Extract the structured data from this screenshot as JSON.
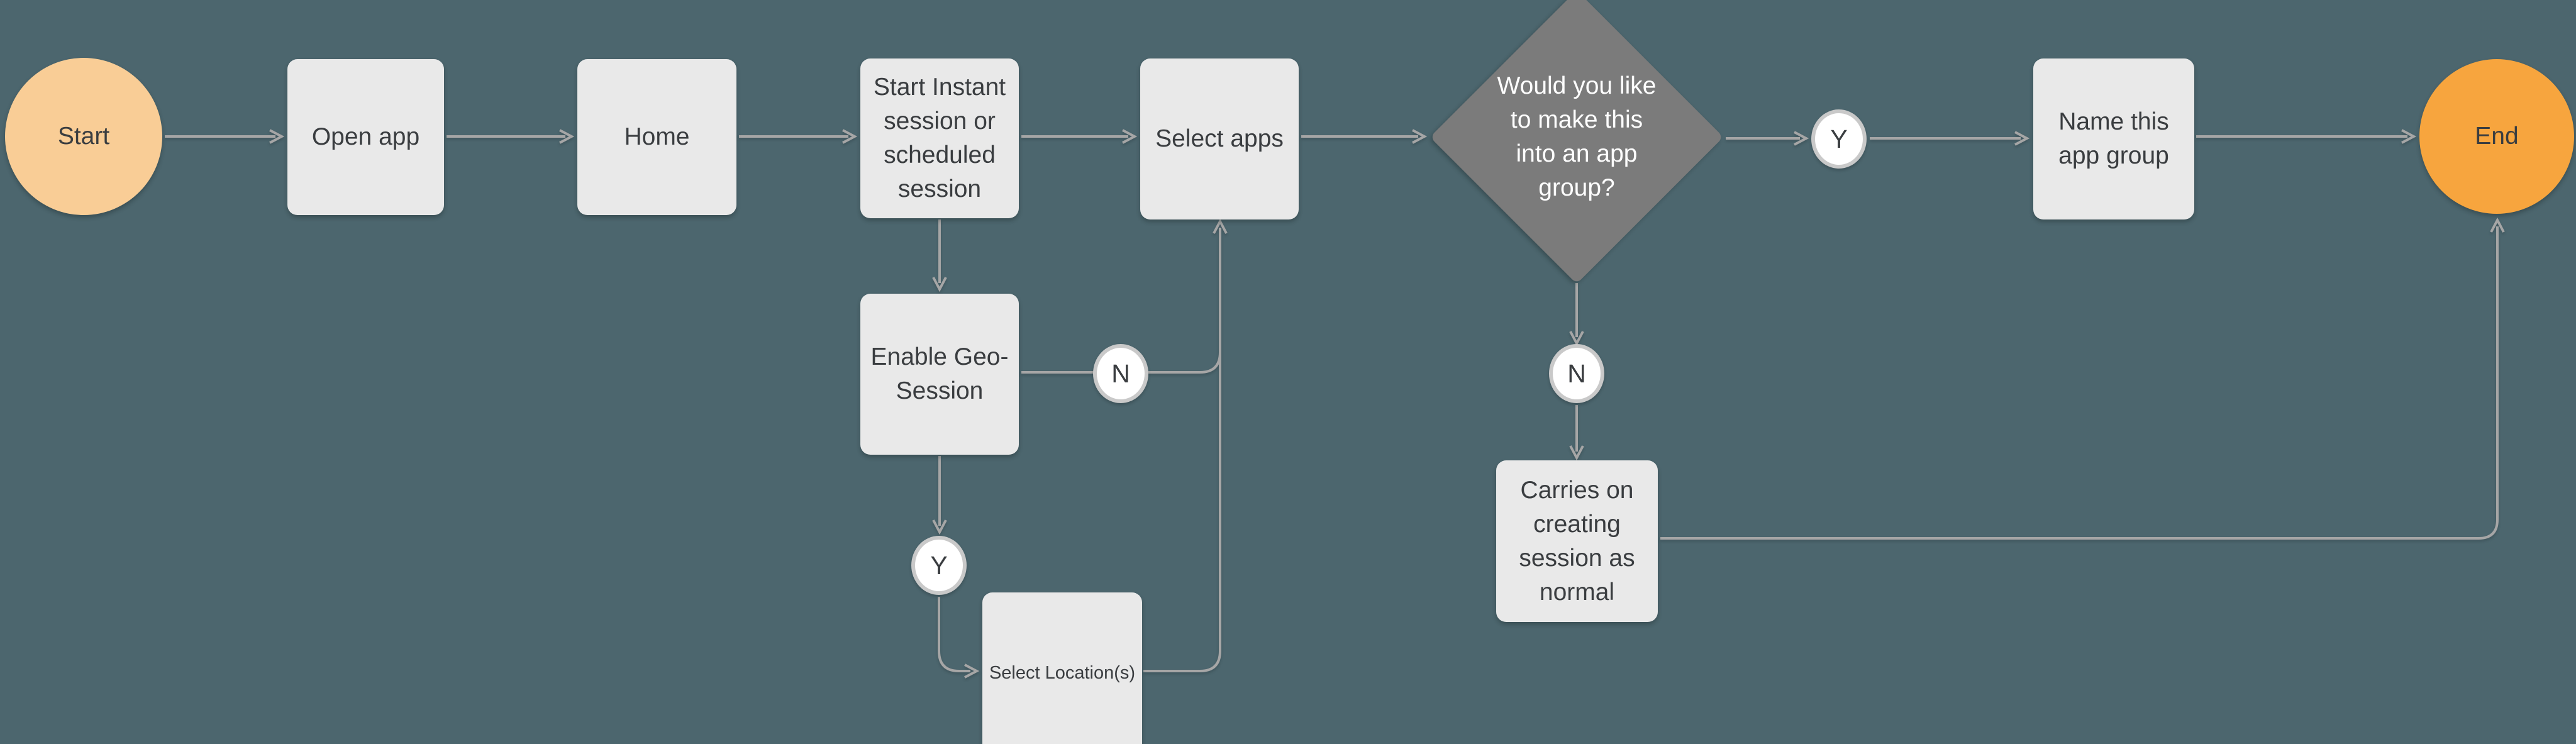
{
  "colors": {
    "bg": "#4c666e",
    "box-fill": "#e9e9e9",
    "diamond-fill": "#7b7b7b",
    "start-fill": "#f9cd96",
    "end-fill": "#f7a53e",
    "line": "#a6a6a6",
    "circle-fill": "#ffffff",
    "circle-border": "#c9c9c9",
    "text-dark": "#3a3d40",
    "text-light": "#ffffff"
  },
  "flowchart": {
    "nodes": {
      "start": {
        "label": "Start",
        "shape": "terminator"
      },
      "open_app": {
        "label": "Open app",
        "shape": "process"
      },
      "home": {
        "label": "Home",
        "shape": "process"
      },
      "start_session": {
        "label": "Start Instant session or scheduled session",
        "shape": "process"
      },
      "select_apps": {
        "label": "Select apps",
        "shape": "process"
      },
      "enable_geo": {
        "label": "Enable Geo-Session",
        "shape": "process"
      },
      "select_locations": {
        "label": "Select Location(s)",
        "shape": "process"
      },
      "app_group_question": {
        "label": "Would you like to make this into an app group?",
        "shape": "decision"
      },
      "name_app_group": {
        "label": "Name this app group",
        "shape": "process"
      },
      "carries_on": {
        "label": "Carries on creating session as normal",
        "shape": "process"
      },
      "end": {
        "label": "End",
        "shape": "terminator"
      }
    },
    "branch_labels": {
      "geo_no": "N",
      "geo_yes": "Y",
      "group_yes": "Y",
      "group_no": "N"
    }
  }
}
